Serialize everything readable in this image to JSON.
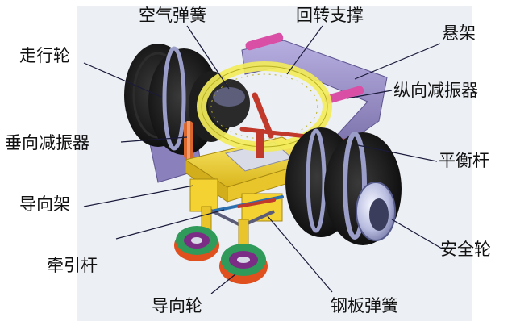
{
  "labels": {
    "air_spring": "空气弹簧",
    "slewing_bearing": "回转支撑",
    "suspension_frame": "悬架",
    "running_wheel": "走行轮",
    "longitudinal_damper": "纵向减振器",
    "vertical_damper": "垂向减振器",
    "balance_bar": "平衡杆",
    "guide_frame": "导向架",
    "traction_rod": "牵引杆",
    "safety_wheel": "安全轮",
    "guide_wheel": "导向轮",
    "leaf_spring": "钢板弹簧"
  },
  "colors": {
    "background_panel": "#eceff4",
    "tire": "#161616",
    "tire_band": "#9a9ec8",
    "slewing_ring": "#f2ec5a",
    "guide_frame": "#f0d840",
    "suspension_frame": "#9d92c6",
    "damper": "#d94fa5",
    "rod": "#c0392b",
    "guide_wheel_rim": "#2f9a5a",
    "guide_wheel_tread": "#e0501e",
    "leader_line": "#1a1a3a"
  }
}
